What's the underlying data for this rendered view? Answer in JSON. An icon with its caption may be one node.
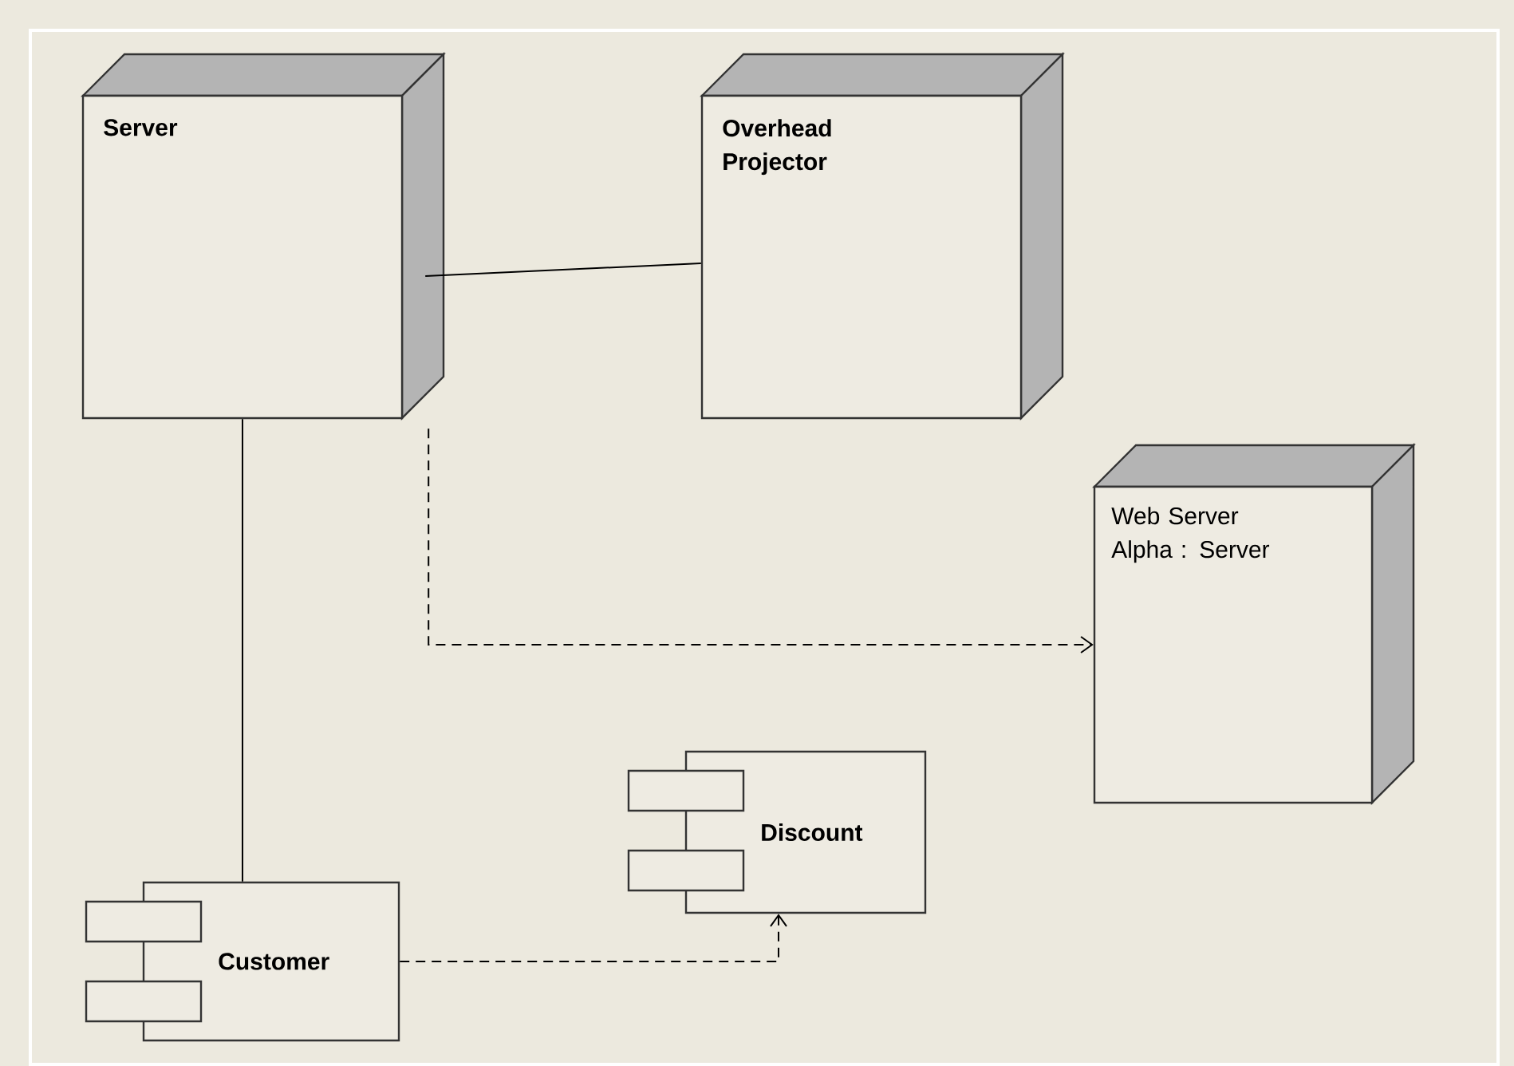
{
  "diagram": {
    "nodes": [
      {
        "text": [
          "Server"
        ]
      },
      {
        "text": [
          "Overhead Projector"
        ]
      },
      {
        "text": [
          "Web Server Alpha : Server"
        ]
      },
      {
        "text": [
          "Discount"
        ]
      },
      {
        "text": [
          "Customer"
        ]
      }
    ],
    "edges": [
      {
        "from": 0,
        "to": 1,
        "arrow": "none"
      },
      {
        "from": 0,
        "to": 2,
        "arrow": "to",
        "style": "dashed"
      },
      {
        "from": 0,
        "to": 4,
        "arrow": "none"
      },
      {
        "from": 4,
        "to": 3,
        "arrow": "to",
        "style": "dashed"
      }
    ]
  }
}
